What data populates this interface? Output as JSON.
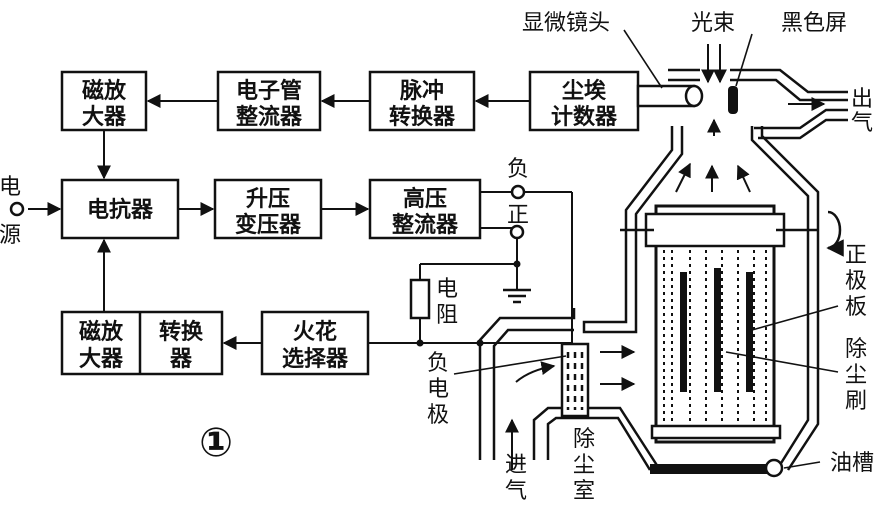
{
  "blocks": {
    "mag_amp_top": [
      "磁放",
      "大器"
    ],
    "tube_rect": [
      "电子管",
      "整流器"
    ],
    "pulse_conv": [
      "脉冲",
      "转换器"
    ],
    "dust_counter": [
      "尘埃",
      "计数器"
    ],
    "reactor": [
      "电抗器"
    ],
    "step_up": [
      "升压",
      "变压器"
    ],
    "hv_rect": [
      "高压",
      "整流器"
    ],
    "mag_amp_bottom": [
      "磁放",
      "大器"
    ],
    "converter": [
      "转换",
      "器"
    ],
    "spark_sel": [
      "火花",
      "选择器"
    ]
  },
  "labels": {
    "power_source": [
      "电",
      "源"
    ],
    "neg_terminal": "负",
    "pos_terminal": "正",
    "resistor": [
      "电",
      "阻"
    ],
    "neg_electrode": [
      "负",
      "电",
      "极"
    ],
    "inlet": [
      "进",
      "气"
    ],
    "dust_chamber": [
      "除",
      "尘",
      "室"
    ],
    "oil_tank": "油槽",
    "pos_plate": [
      "正",
      "极",
      "板"
    ],
    "dust_brush": [
      "除",
      "尘",
      "刷"
    ],
    "outlet": [
      "出",
      "气"
    ],
    "microscope": "显微镜头",
    "light_beam": "光束",
    "black_screen": "黑色屏",
    "figure_number": "①"
  },
  "colors": {
    "ink": "#111111",
    "paper": "#ffffff"
  }
}
